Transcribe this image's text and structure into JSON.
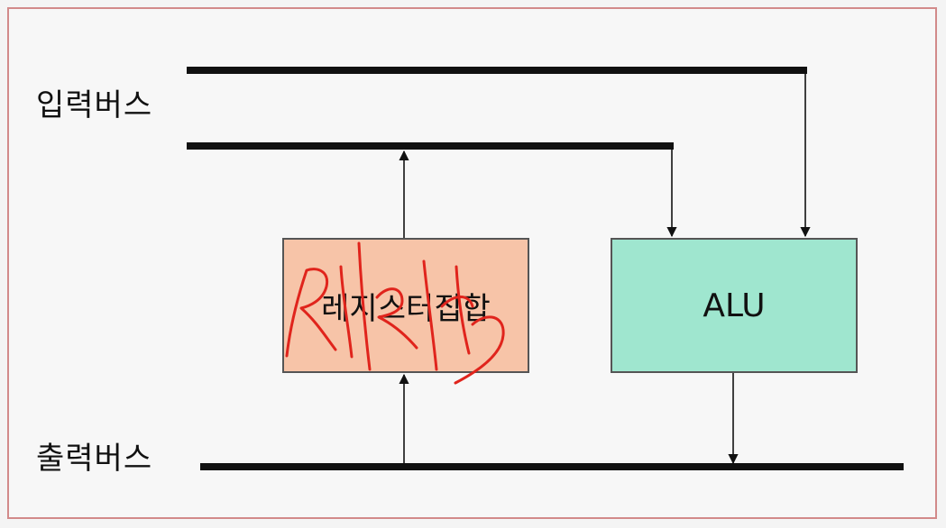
{
  "labels": {
    "input_bus": "입력버스",
    "output_bus": "출력버스"
  },
  "blocks": {
    "register_set": "레지스터집합",
    "alu": "ALU"
  },
  "colors": {
    "frame_border": "#d28a8a",
    "register_fill": "#f7c4a8",
    "alu_fill": "#9fe6cf",
    "bus_line": "#111111",
    "scribble": "#e0241c"
  }
}
